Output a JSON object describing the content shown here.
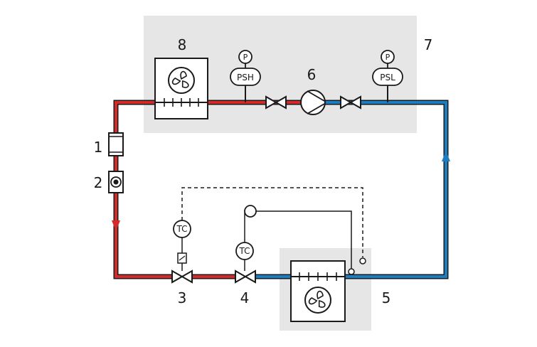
{
  "colors": {
    "hot_line": "#d42a2a",
    "cold_line": "#1b7ec2",
    "zone_fill": "#e6e6e6",
    "stroke": "#1a1a1a",
    "background": "#ffffff"
  },
  "labels": {
    "n1": "1",
    "n2": "2",
    "n3": "3",
    "n4": "4",
    "n5": "5",
    "n6": "6",
    "n7": "7",
    "n8": "8"
  },
  "gauges": {
    "high": {
      "p": "P",
      "name": "PSH"
    },
    "low": {
      "p": "P",
      "name": "PSL"
    }
  },
  "controllers": {
    "tc_left": "TC",
    "tc_right": "TC"
  },
  "icons": {
    "condenser": "fan-coil-icon",
    "evaporator": "fan-coil-icon",
    "compressor": "compressor-icon",
    "valve": "bowtie-valve-icon",
    "sight_glass": "sight-glass-icon",
    "check_valve": "check-valve-icon",
    "flow_arrow": "flow-arrow-icon"
  }
}
